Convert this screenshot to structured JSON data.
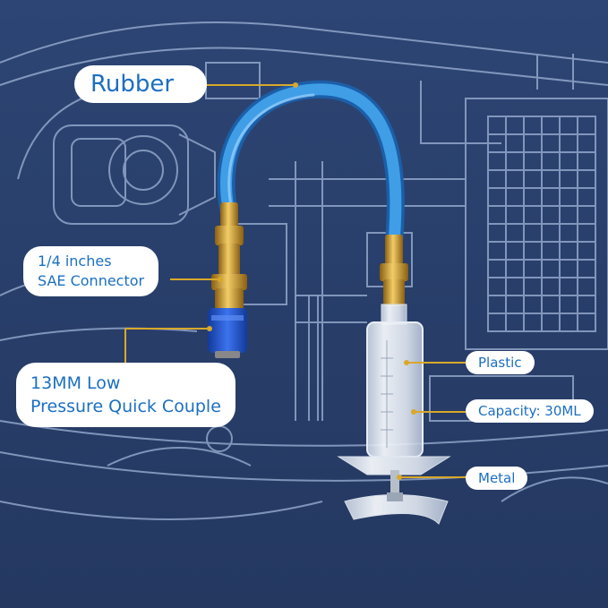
{
  "labels": {
    "rubber": "Rubber",
    "connector_line1": "1/4 inches",
    "connector_line2": "SAE Connector",
    "coupler_line1": "13MM Low",
    "coupler_line2": "Pressure Quick Couple",
    "plastic": "Plastic",
    "capacity": "Capacity: 30ML",
    "metal": "Metal"
  },
  "colors": {
    "background": "#2a3f6a",
    "blueprint_lines": "#9fb3d6",
    "label_text": "#1b6fc2",
    "hose": "#2f8ad6",
    "brass": "#c8962a",
    "leader": "#d9a82a"
  }
}
